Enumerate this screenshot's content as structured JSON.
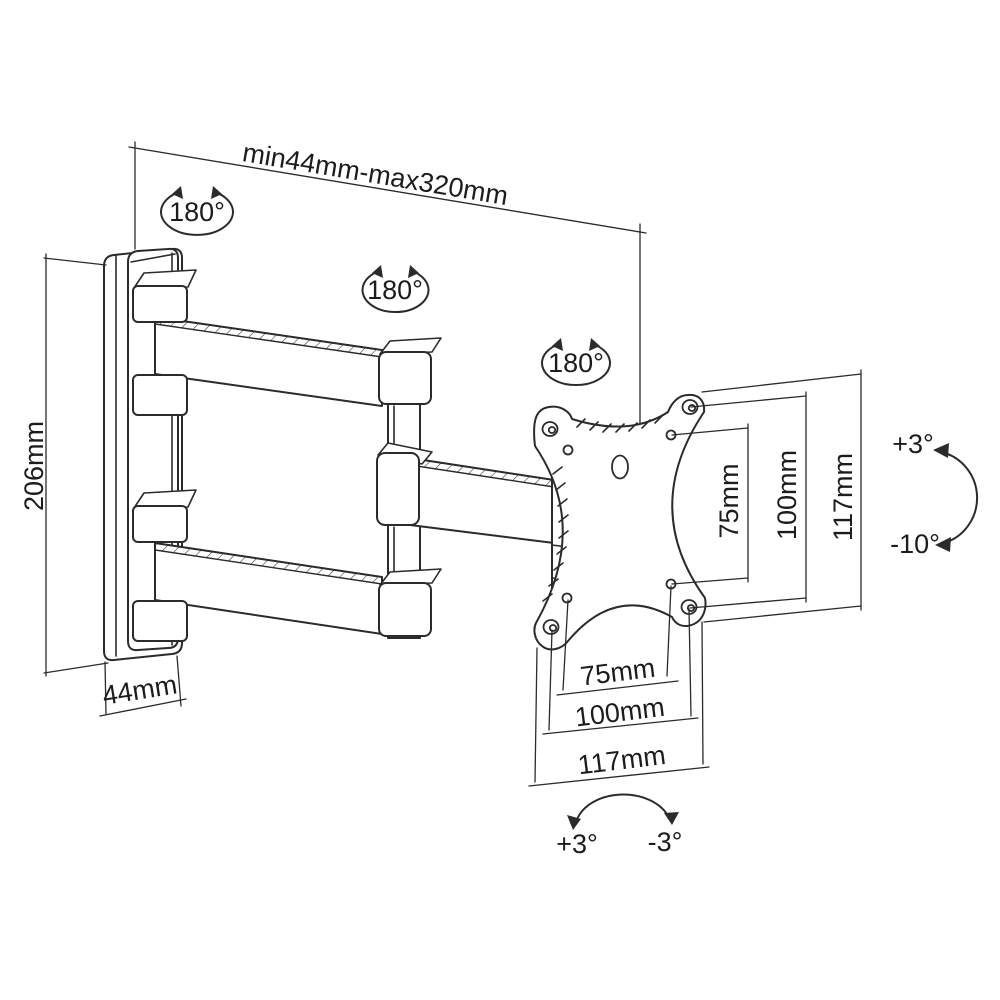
{
  "diagram": {
    "background_color": "#ffffff",
    "line_color": "#2b2b2b",
    "text_color": "#1c1c1c",
    "labels": {
      "extension_range": "min44mm-max320mm",
      "swivel_wall": "180°",
      "swivel_elbow": "180°",
      "swivel_head": "180°",
      "wall_plate_height": "206mm",
      "wall_plate_depth": "44mm",
      "vesa_vertical_75": "75mm",
      "vesa_vertical_100": "100mm",
      "head_vertical_117": "117mm",
      "vesa_horizontal_75": "75mm",
      "vesa_horizontal_100": "100mm",
      "head_horizontal_117": "117mm",
      "tilt_up": "+3°",
      "tilt_down": "-10°",
      "rotation_cw": "+3°",
      "rotation_ccw": "-3°"
    }
  }
}
